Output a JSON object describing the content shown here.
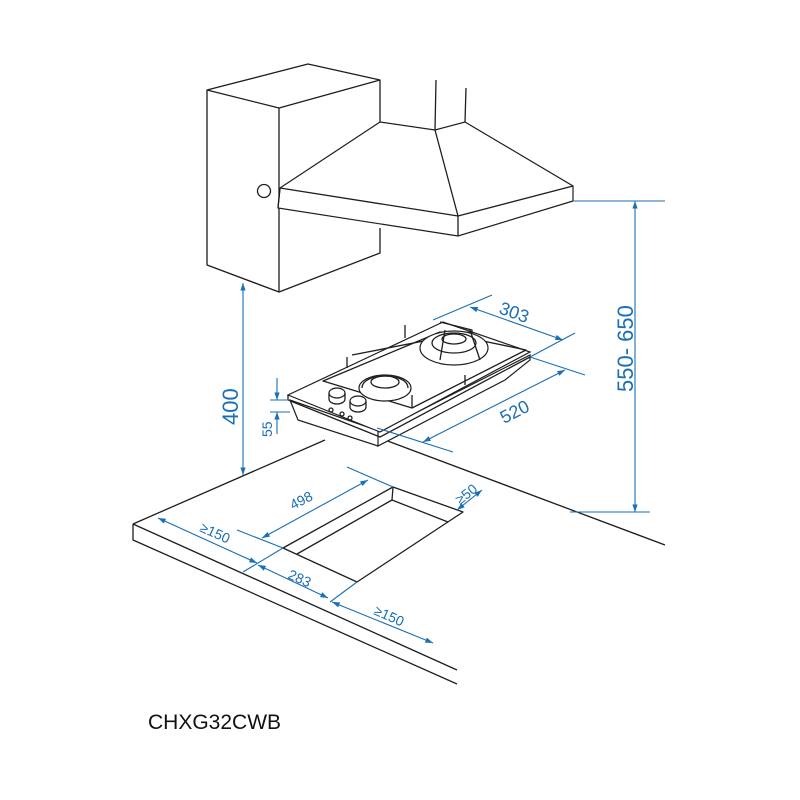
{
  "model": "CHXG32CWB",
  "colors": {
    "dimension": "#1a6fb5",
    "line": "#1e1e1e"
  },
  "dimensions": {
    "hood_height": "550- 650",
    "cabinet_clearance": "400",
    "hob_height": "55",
    "hob_depth": "303",
    "hob_width": "520",
    "cutout_length": "498",
    "cutout_width": "283",
    "back_clearance": "≥50",
    "left_clearance": "≥150",
    "front_clearance": "≥150"
  }
}
